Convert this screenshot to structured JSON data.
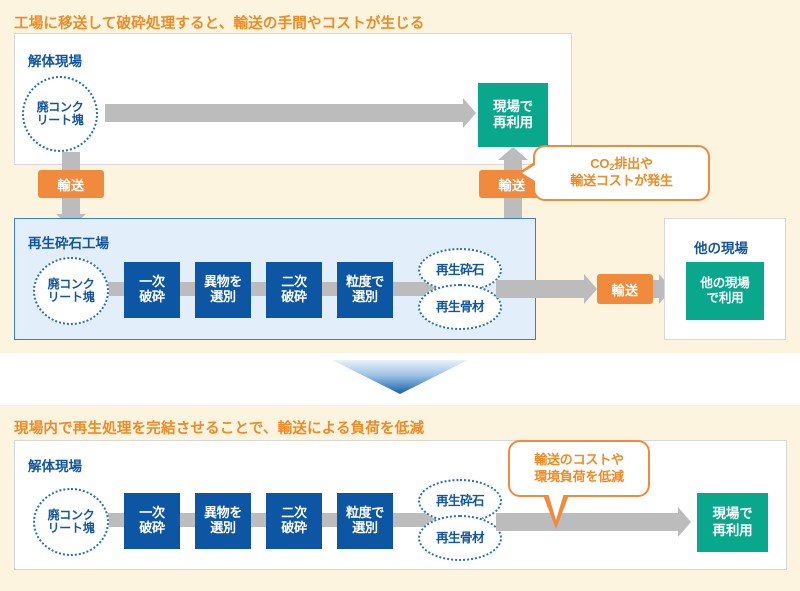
{
  "top_section": {
    "headline": "工場に移送して破砕処理すると、輸送の手間やコストが生じる",
    "demolition_site": {
      "title": "解体現場",
      "input_circle": "廃コンク\nリート塊",
      "reuse_box": "現場で\n再利用"
    },
    "transport_down_label": "輸送",
    "transport_up_label": "輸送",
    "transport_right_label": "輸送",
    "factory": {
      "title": "再生砕石工場",
      "input_circle": "廃コンク\nリート塊",
      "steps": [
        {
          "label": "一次\n破砕"
        },
        {
          "label": "異物を\n選別"
        },
        {
          "label": "二次\n破砕"
        },
        {
          "label": "粒度で\n選別"
        }
      ],
      "outputs": [
        {
          "label": "再生砕石"
        },
        {
          "label": "再生骨材"
        }
      ]
    },
    "other_site": {
      "title": "他の現場",
      "reuse_box": "他の現場\nで利用"
    },
    "callout": "CO2排出や\n輸送コストが発生",
    "callout_line1_pre": "CO",
    "callout_line1_sub": "2",
    "callout_line1_post": "排出や",
    "callout_line2": "輸送コストが発生"
  },
  "bottom_section": {
    "headline": "現場内で再生処理を完結させることで、輸送による負荷を低減",
    "demolition_site": {
      "title": "解体現場",
      "input_circle": "廃コンク\nリート塊",
      "steps": [
        {
          "label": "一次\n破砕"
        },
        {
          "label": "異物を\n選別"
        },
        {
          "label": "二次\n破砕"
        },
        {
          "label": "粒度で\n選別"
        }
      ],
      "outputs": [
        {
          "label": "再生砕石"
        },
        {
          "label": "再生骨材"
        }
      ],
      "reuse_box": "現場で\n再利用"
    },
    "callout_line1": "輸送のコストや",
    "callout_line2": "環境負荷を低減"
  },
  "colors": {
    "cream_bg": "#fdf4df",
    "headline_orange": "#f08a25",
    "process_blue": "#0d56a4",
    "title_blue": "#12559e",
    "teal": "#09a78c",
    "chip_orange": "#f08a3c",
    "connector_grey": "#bcbcbc",
    "factory_bg": "#e2eefa",
    "factory_border": "#3f7fc1"
  }
}
